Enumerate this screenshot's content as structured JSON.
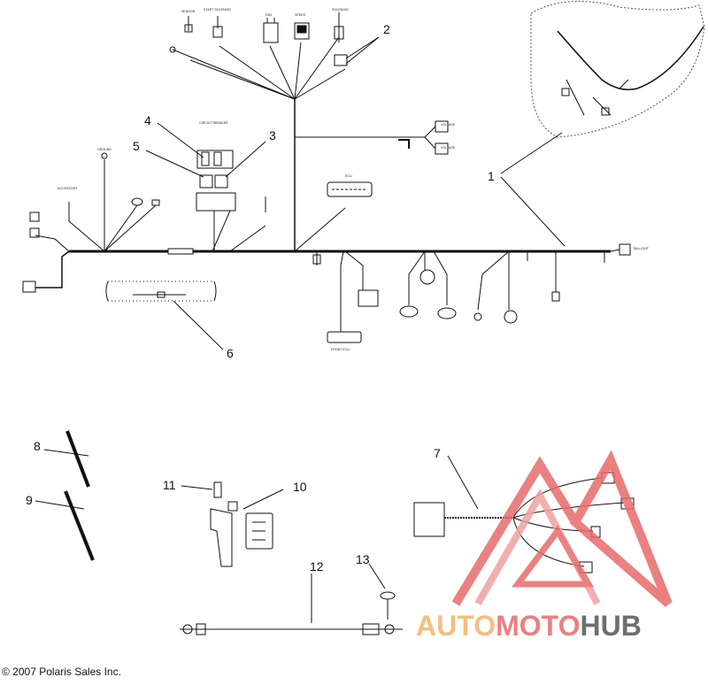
{
  "diagram": {
    "copyright": "© 2007 Polaris Sales Inc.",
    "callouts": [
      "1",
      "2",
      "3",
      "4",
      "5",
      "6",
      "7",
      "8",
      "9",
      "10",
      "11",
      "12",
      "13"
    ],
    "connector_labels": {
      "starter_solenoid": "START SOLENOID",
      "circuit_breaker": "CIRCUIT BREAKER",
      "taillight": "TAILLIGHT",
      "front_ecu": "FRONT ECU"
    }
  },
  "watermark": {
    "brand_part1": "AUTO",
    "brand_part2": "MOTO",
    "brand_part3": "HUB",
    "color_primary": "#e86a6a",
    "color_accent": "#f2b66a",
    "color_dark": "#555555"
  }
}
